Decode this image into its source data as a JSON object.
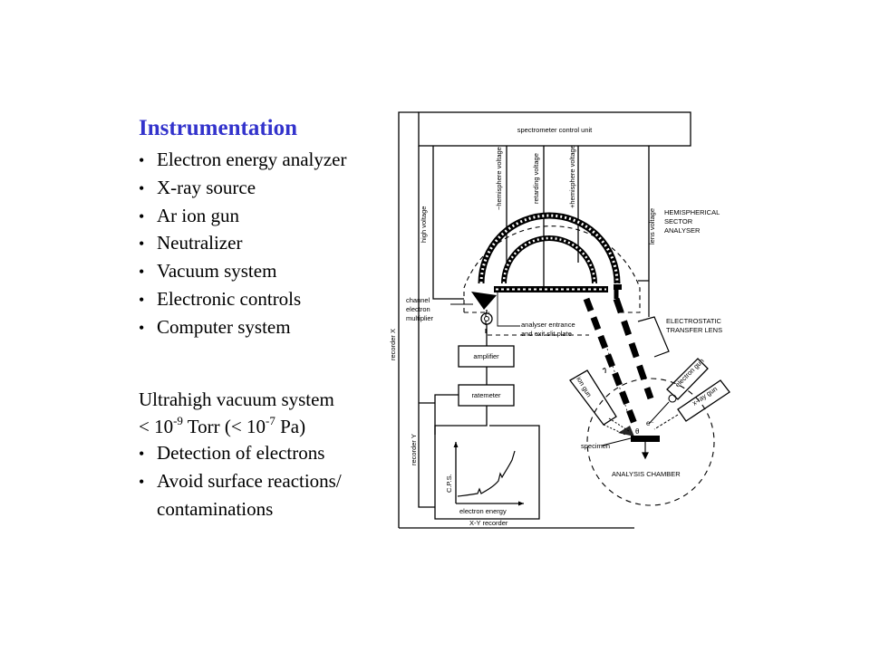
{
  "slide": {
    "title": "Instrumentation",
    "bullets": [
      "Electron energy analyzer",
      "X-ray source",
      "Ar ion gun",
      "Neutralizer",
      "Vacuum system",
      "Electronic controls",
      "Computer system"
    ],
    "uhv": {
      "heading": "Ultrahigh vacuum system",
      "pressure_prefix": "< 10",
      "pressure_exp1": "-9",
      "pressure_mid": " Torr (< 10",
      "pressure_exp2": "-7",
      "pressure_suffix": " Pa)",
      "points": [
        {
          "line1": "Detection of electrons",
          "line2": ""
        },
        {
          "line1": "Avoid surface reactions/",
          "line2": "contaminations"
        }
      ]
    }
  },
  "diagram": {
    "control_unit": "spectrometer control unit",
    "high_voltage": "high voltage",
    "minus_hemisphere": "−hemisphere voltage",
    "retarding": "retarding voltage",
    "plus_hemisphere": "+hemisphere voltage",
    "lens_voltage": "lens voltage",
    "hsa_1": "HEMISPHERICAL",
    "hsa_2": "SECTOR",
    "hsa_3": "ANALYSER",
    "cem_1": "channel",
    "cem_2": "electron",
    "cem_3": "multiplier",
    "slit_1": "analyser entrance",
    "slit_2": "and exit slit plate",
    "etl_1": "ELECTROSTATIC",
    "etl_2": "TRANSFER LENS",
    "recorder_x": "recorder X",
    "amplifier": "amplifier",
    "ratemeter": "ratemeter",
    "recorder_y": "recorder Y",
    "cps": "C.P.S.",
    "electron_energy": "electron energy",
    "xy_recorder": "X-Y recorder",
    "ion_gun": "ion gun",
    "electron_gun": "electron gun",
    "xray_gun": "x-ray gun",
    "specimen": "specimen",
    "analysis_chamber": "ANALYSIS CHAMBER",
    "theta": "θ",
    "e_minus": "e⁻"
  }
}
